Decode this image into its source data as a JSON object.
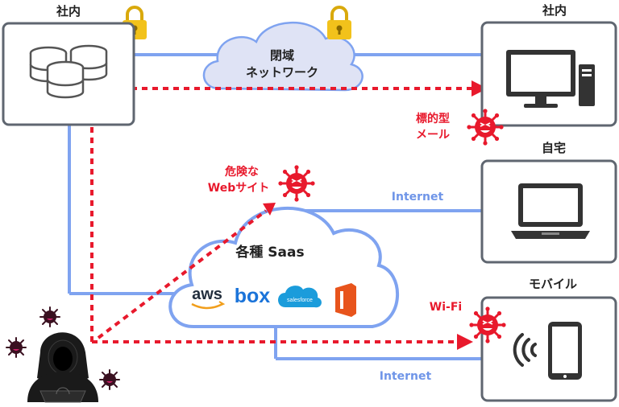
{
  "colors": {
    "line_blue": "#7fa3f0",
    "box_border": "#5f6670",
    "threat_red": "#e8192c",
    "label_blue": "#6f95e8",
    "cloud_fill": "#dfe3f5",
    "lock_yellow": "#f2c21b"
  },
  "nodes": {
    "office_left": {
      "label": "社内",
      "icon": "database-icon"
    },
    "office_right": {
      "label": "社内",
      "icon": "desktop-computer-icon"
    },
    "home": {
      "label": "自宅",
      "icon": "laptop-icon"
    },
    "mobile": {
      "label": "モバイル",
      "icon": "smartphone-icon"
    }
  },
  "closed_network": {
    "line1": "閉域",
    "line2": "ネットワーク"
  },
  "saas": {
    "title": "各種 Saas",
    "logos": [
      "aws",
      "box",
      "salesforce",
      "office"
    ]
  },
  "connections": {
    "internet_home": "Internet",
    "internet_mobile": "Internet"
  },
  "threats": {
    "targeted_mail": {
      "line1": "標的型",
      "line2": "メール"
    },
    "dangerous_site": {
      "line1": "危険な",
      "line2": "Webサイト"
    },
    "wifi": "Wi-Fi"
  }
}
